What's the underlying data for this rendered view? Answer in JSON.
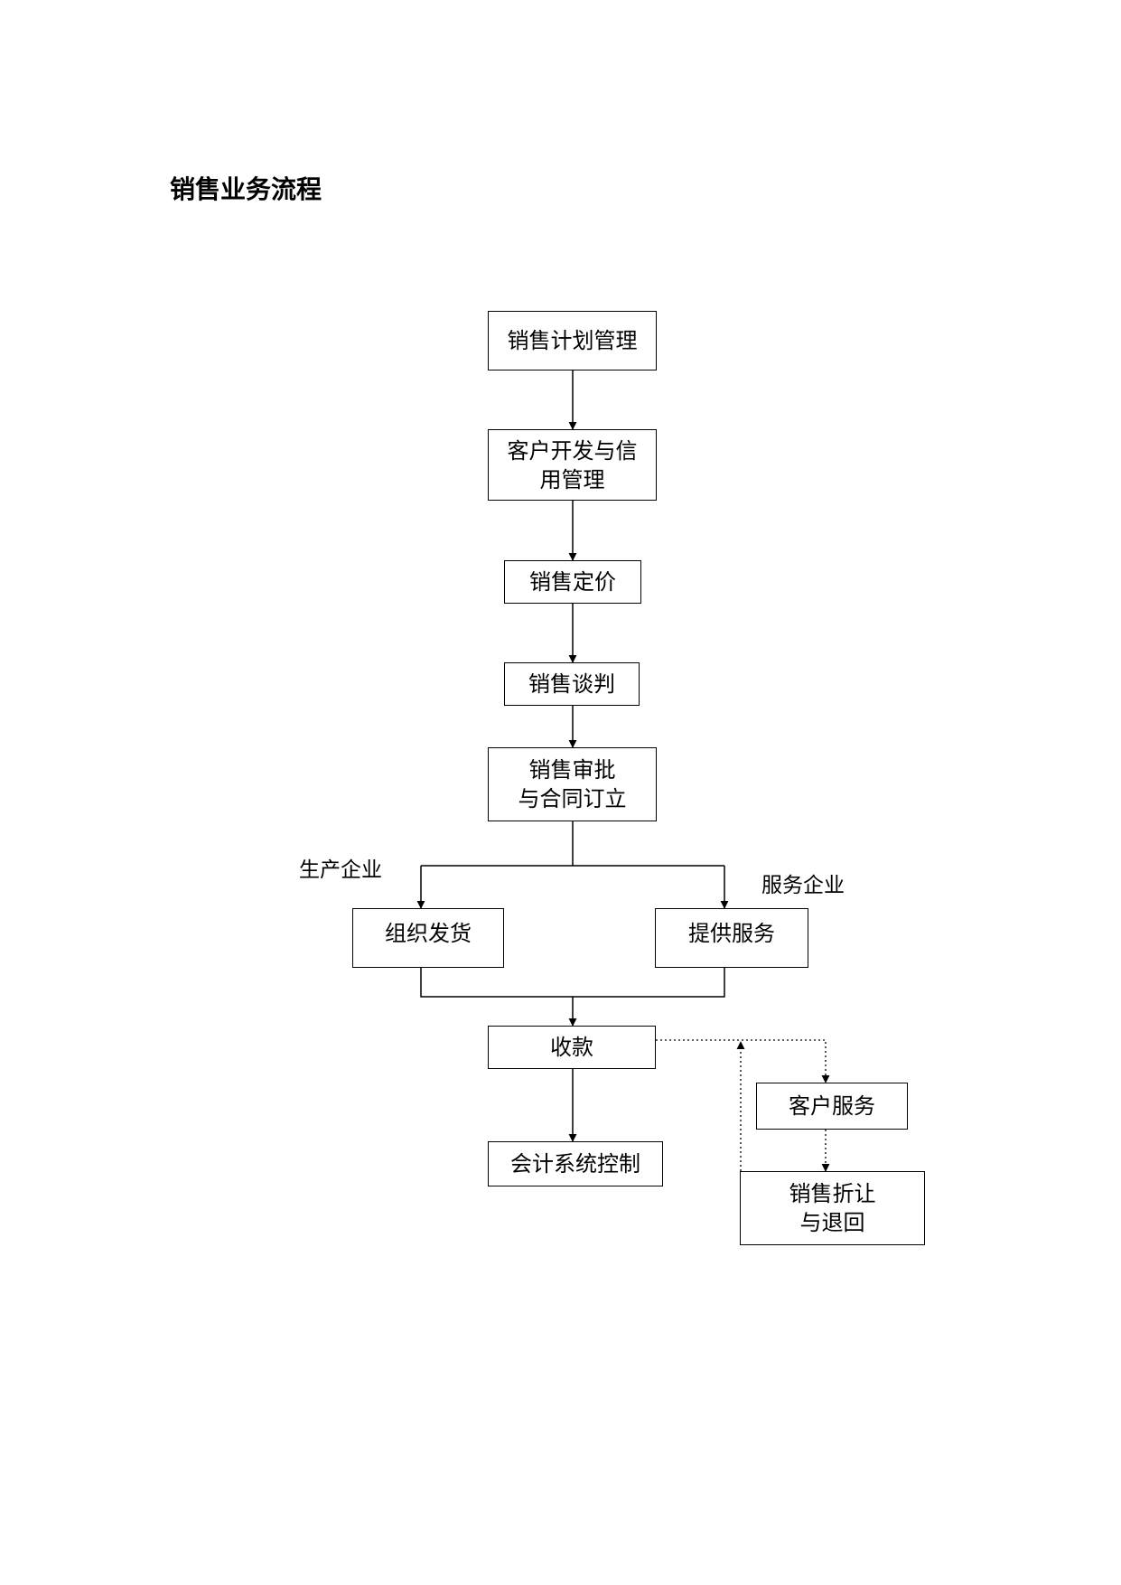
{
  "page": {
    "title": "销售业务流程"
  },
  "nodes": {
    "sales_plan": [
      "销售计划管理"
    ],
    "customer_credit": [
      "客户开发与信",
      "用管理"
    ],
    "pricing": [
      "销售定价"
    ],
    "negotiation": [
      "销售谈判"
    ],
    "approval": [
      "销售审批",
      "与合同订立"
    ],
    "shipping": [
      "组织发货"
    ],
    "service": [
      "提供服务"
    ],
    "collection": [
      "收款"
    ],
    "accounting": [
      "会计系统控制"
    ],
    "customer_service": [
      "客户服务"
    ],
    "returns": [
      "销售折让",
      "与退回"
    ]
  },
  "branch_labels": {
    "production": "生产企业",
    "service_enterprise": "服务企业"
  }
}
